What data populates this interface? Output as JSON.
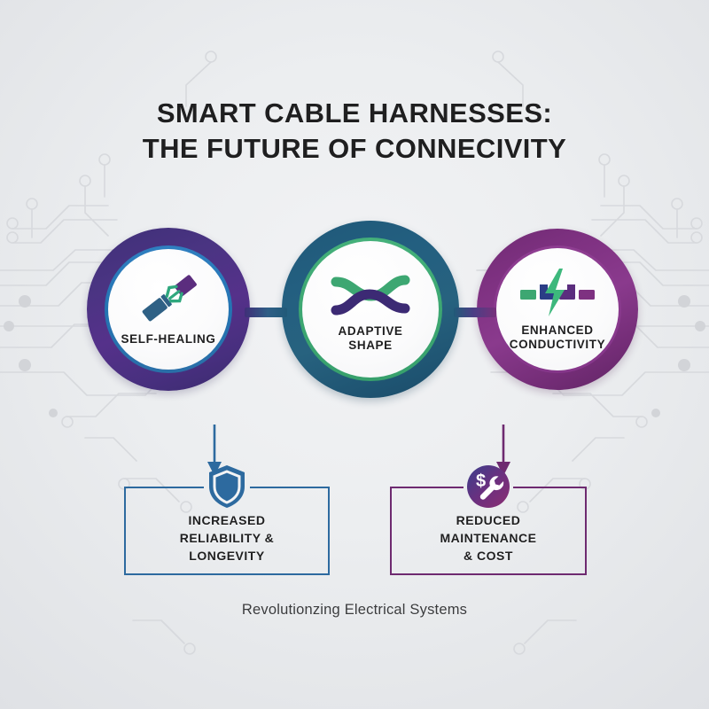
{
  "theme": {
    "background": "#eceef0",
    "title_color": "#1f1f20",
    "purple": "#4a3482",
    "blue": "#2d6a9f",
    "teal_blue": "#215a78",
    "green": "#3da772",
    "magenta_purple": "#7e3181",
    "circuit_line": "#d6d8dc"
  },
  "title": {
    "line1": "SMART CABLE HARNESSES:",
    "line2": "THE FUTURE OF CONNECIVITY"
  },
  "features": [
    {
      "id": "self-healing",
      "label_line1": "SELF-HEALING",
      "label_line2": "",
      "icon": "broken-cable-icon",
      "ring_color": "#4a3482",
      "rim_color": "#2474b3"
    },
    {
      "id": "adaptive-shape",
      "label_line1": "ADAPTIVE",
      "label_line2": "SHAPE",
      "icon": "wavy-cable-icon",
      "ring_color": "#235f80",
      "rim_color": "#3da772"
    },
    {
      "id": "enhanced-conductivity",
      "label_line1": "ENHANCED",
      "label_line2": "CONDUCTIVITY",
      "icon": "lightning-bolt-icon",
      "ring_color": "#7e3181",
      "rim_color": "#85368a"
    }
  ],
  "outcomes": [
    {
      "id": "reliability",
      "label_line1": "INCREASED",
      "label_line2": "RELIABILITY &",
      "label_line3": "LONGEVITY",
      "icon": "shield-icon",
      "border_color": "#2d6a9f"
    },
    {
      "id": "maintenance",
      "label_line1": "REDUCED",
      "label_line2": "MAINTENANCE",
      "label_line3": "& COST",
      "icon": "dollar-wrench-icon",
      "border_color": "#6e2a70"
    }
  ],
  "footer": {
    "caption": "Revolutionzing Electrical Systems"
  }
}
